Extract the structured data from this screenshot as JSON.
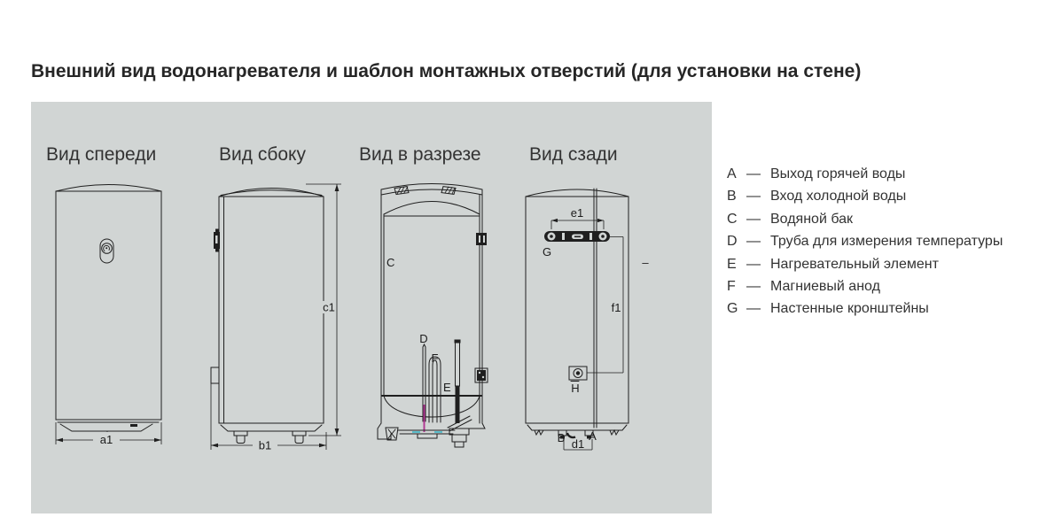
{
  "page": {
    "title": "Внешний вид водонагревателя и шаблон монтажных отверстий (для установки на стене)"
  },
  "panel": {
    "views": [
      {
        "label": "Вид спереди",
        "annotations": {
          "a1": "a1"
        }
      },
      {
        "label": "Вид сбоку",
        "annotations": {
          "b1": "b1",
          "c1": "c1"
        }
      },
      {
        "label": "Вид в разрезе",
        "annotations": {
          "C": "C",
          "D": "D",
          "F": "F",
          "E": "E"
        }
      },
      {
        "label": "Вид сзади",
        "annotations": {
          "e1": "e1",
          "G": "G",
          "f1": "f1",
          "H": "H",
          "B": "B",
          "A": "A",
          "d1": "d1",
          "dash": "–"
        }
      }
    ]
  },
  "legend": {
    "separator": "—",
    "items": [
      {
        "letter": "A",
        "text": "Выход горячей воды"
      },
      {
        "letter": "B",
        "text": "Вход холодной воды"
      },
      {
        "letter": "C",
        "text": "Водяной бак"
      },
      {
        "letter": "D",
        "text": "Труба для измерения температуры"
      },
      {
        "letter": "E",
        "text": "Нагревательный элемент"
      },
      {
        "letter": "F",
        "text": "Магниевый анод"
      },
      {
        "letter": "G",
        "text": "Настенные кронштейны"
      }
    ]
  },
  "colors": {
    "panel_bg": "#d1d5d4",
    "line": "#1f1f1f",
    "text": "#333333",
    "accent_magenta": "#b23a94",
    "accent_cyan": "#35b6c9"
  }
}
